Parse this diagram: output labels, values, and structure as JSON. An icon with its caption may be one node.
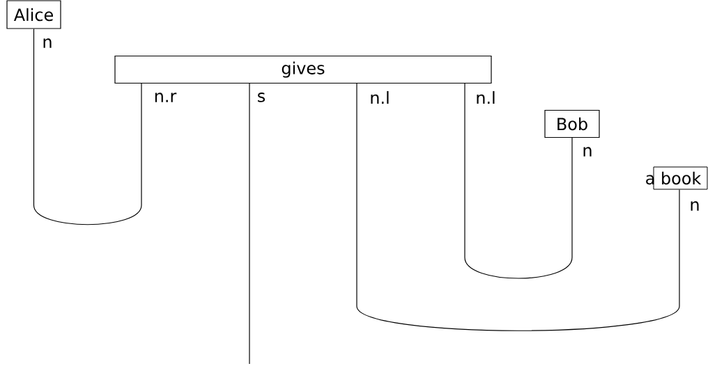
{
  "diagram": {
    "nodes": [
      {
        "text": [
          "Alice"
        ]
      },
      {
        "text": [
          "gives"
        ]
      },
      {
        "text": [
          "Bob"
        ]
      },
      {
        "text": [
          "a book"
        ]
      }
    ],
    "edges": [
      {
        "from": 0,
        "to": 1,
        "arrow": "none"
      },
      {
        "from": 1,
        "to": null,
        "arrow": "none"
      },
      {
        "from": 1,
        "to": 3,
        "arrow": "none"
      },
      {
        "from": 1,
        "to": 2,
        "arrow": "none"
      }
    ],
    "labels": [
      "n",
      "n.r",
      "s",
      "n.l",
      "n.l",
      "n",
      "n"
    ]
  }
}
